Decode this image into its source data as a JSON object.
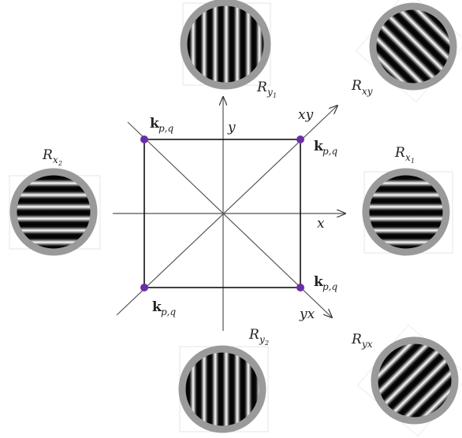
{
  "axes": {
    "x": "x",
    "y": "y",
    "xy": "xy",
    "yx": "yx"
  },
  "corner_label": {
    "main": "k",
    "sub": "p,q"
  },
  "patches": [
    {
      "id": "ry1",
      "label": "R",
      "sub": "y",
      "subsub": "1",
      "stripe_angle": 0
    },
    {
      "id": "rxy",
      "label": "R",
      "sub": "xy",
      "subsub": "",
      "stripe_angle": 40
    },
    {
      "id": "rx1",
      "label": "R",
      "sub": "x",
      "subsub": "1",
      "stripe_angle": 90
    },
    {
      "id": "ryx",
      "label": "R",
      "sub": "yx",
      "subsub": "",
      "stripe_angle": -40
    },
    {
      "id": "ry2",
      "label": "R",
      "sub": "y",
      "subsub": "2",
      "stripe_angle": 0
    },
    {
      "id": "rx2",
      "label": "R",
      "sub": "x",
      "subsub": "2",
      "stripe_angle": 90
    }
  ],
  "colors": {
    "corner_dot": "#6a2fa6",
    "ring": "#9a9a9a",
    "line": "#333333",
    "box": "#111111"
  }
}
